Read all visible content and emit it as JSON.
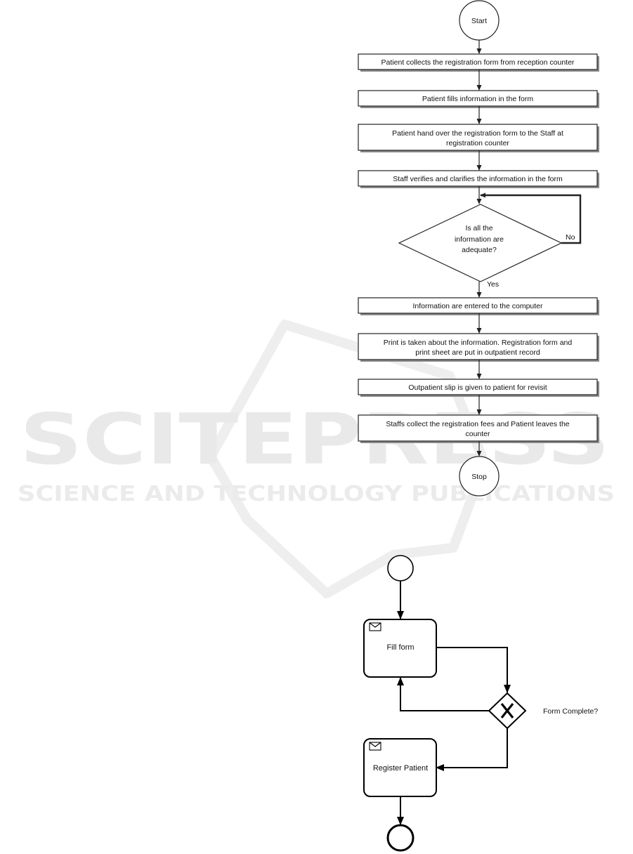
{
  "watermark": {
    "title": "SCITEPRESS",
    "subtitle": "SCIENCE AND TECHNOLOGY PUBLICATIONS"
  },
  "flowchart": {
    "start": "Start",
    "stop": "Stop",
    "steps": [
      {
        "lines": [
          "Patient collects the registration form from reception counter"
        ]
      },
      {
        "lines": [
          "Patient fills information in the form"
        ]
      },
      {
        "lines": [
          "Patient hand over the registration form to the Staff at",
          "registration counter"
        ]
      },
      {
        "lines": [
          "Staff verifies and clarifies the information in the form"
        ]
      },
      {
        "lines": [
          "Information are entered to the computer"
        ]
      },
      {
        "lines": [
          "Print is taken about the information. Registration form and",
          "print sheet are put in outpatient record"
        ]
      },
      {
        "lines": [
          "Outpatient slip is given to patient for revisit"
        ]
      },
      {
        "lines": [
          "Staffs collect the registration fees and Patient leaves the",
          "counter"
        ]
      }
    ],
    "decision": {
      "lines": [
        "Is all the",
        "information are",
        "adequate?"
      ],
      "yes": "Yes",
      "no": "No"
    }
  },
  "bpmn": {
    "task1": "Fill form",
    "task2": "Register Patient",
    "gateway_label": "Form Complete?"
  }
}
